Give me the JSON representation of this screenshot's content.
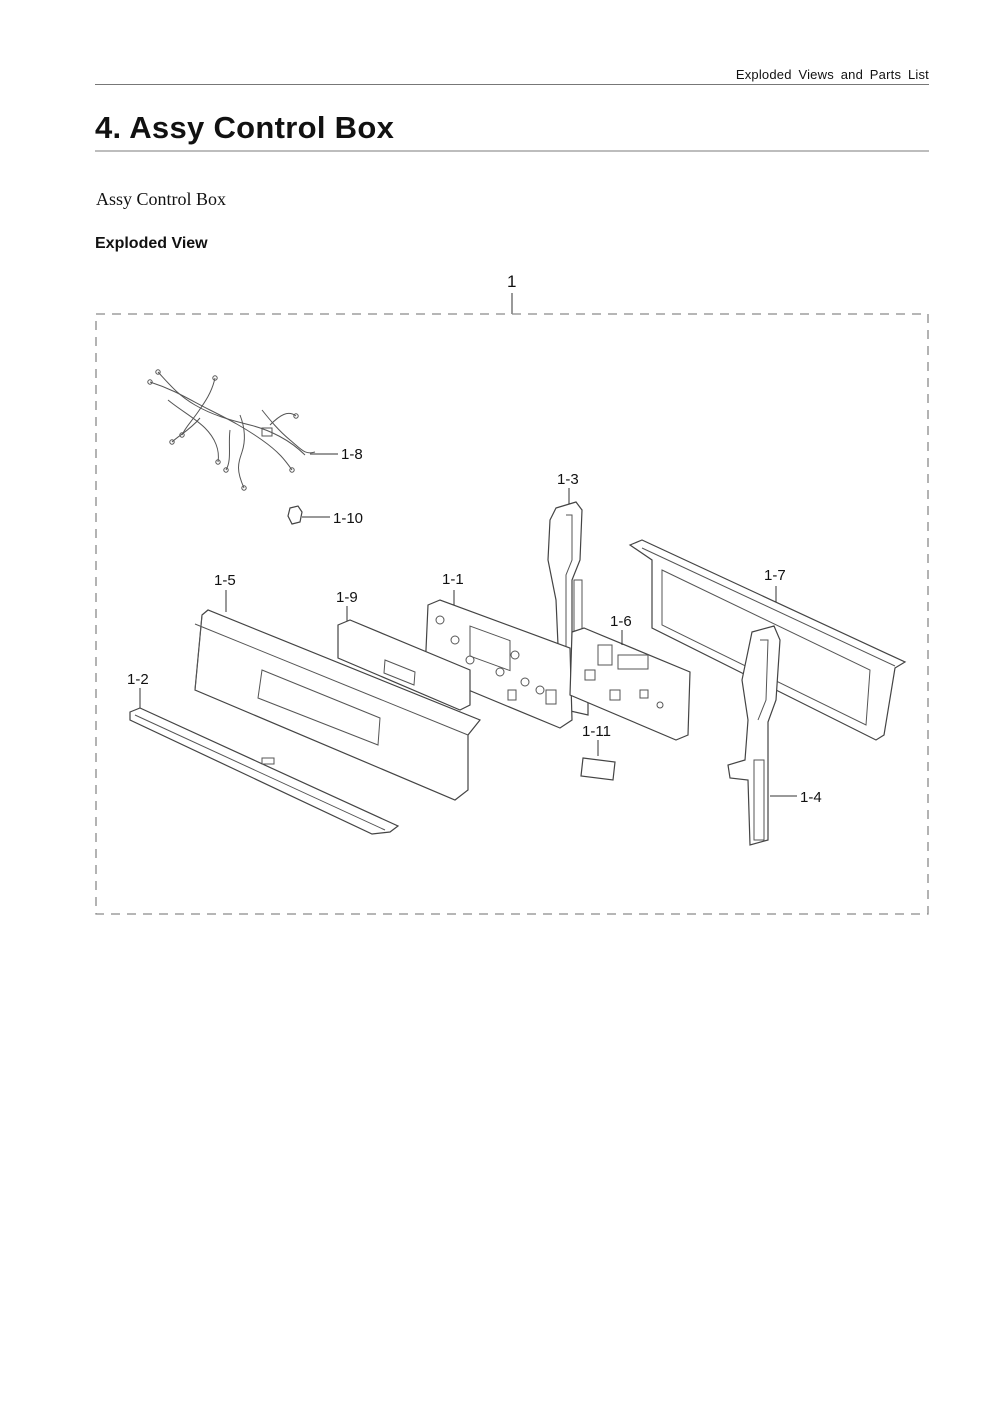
{
  "header": {
    "section_title": "Exploded Views and Parts List"
  },
  "page": {
    "title": "4.  Assy Control Box",
    "subtitle": "Assy Control Box",
    "section_heading": "Exploded View"
  },
  "diagram": {
    "assembly_label": "1",
    "callouts": {
      "p1_1": "1-1",
      "p1_2": "1-2",
      "p1_3": "1-3",
      "p1_4": "1-4",
      "p1_5": "1-5",
      "p1_6": "1-6",
      "p1_7": "1-7",
      "p1_8": "1-8",
      "p1_9": "1-9",
      "p1_10": "1-10",
      "p1_11": "1-11"
    }
  }
}
